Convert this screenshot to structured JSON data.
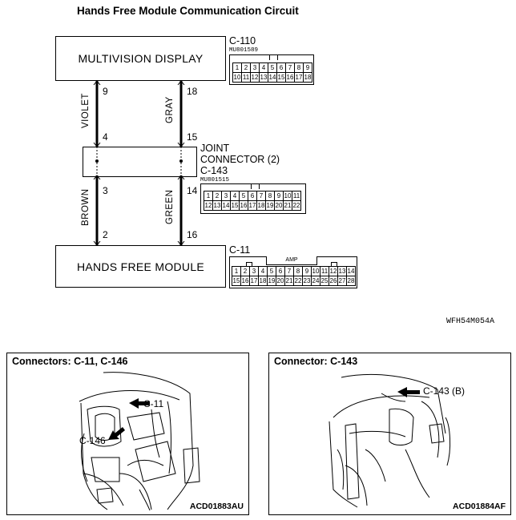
{
  "title": "Hands Free Module Communication Circuit",
  "boxes": {
    "multivision": "MULTIVISION DISPLAY",
    "joint_name_line1": "JOINT",
    "joint_name_line2": "CONNECTOR (2)",
    "hfm": "HANDS FREE MODULE"
  },
  "connectors": {
    "c110": {
      "name": "C-110",
      "part": "MU801589",
      "row1": [
        "1",
        "2",
        "3",
        "4",
        "5",
        "6",
        "7",
        "8",
        "9"
      ],
      "row2": [
        "10",
        "11",
        "12",
        "13",
        "14",
        "15",
        "16",
        "17",
        "18"
      ]
    },
    "c143": {
      "name": "C-143",
      "part": "MU801515",
      "row1": [
        "1",
        "2",
        "3",
        "4",
        "5",
        "6",
        "7",
        "8",
        "9",
        "10",
        "11"
      ],
      "row2": [
        "12",
        "13",
        "14",
        "15",
        "16",
        "17",
        "18",
        "19",
        "20",
        "21",
        "22"
      ]
    },
    "c11": {
      "name": "C-11",
      "tag": "AMP",
      "row1": [
        "1",
        "2",
        "3",
        "4",
        "5",
        "6",
        "7",
        "8",
        "9",
        "10",
        "11",
        "12",
        "13",
        "14"
      ],
      "row2": [
        "15",
        "16",
        "17",
        "18",
        "19",
        "20",
        "21",
        "22",
        "23",
        "24",
        "25",
        "26",
        "27",
        "28"
      ]
    }
  },
  "wires": {
    "left": {
      "upper_color": "VIOLET",
      "lower_color": "BROWN",
      "pin_top": "9",
      "pin_joint_in": "4",
      "pin_joint_out": "3",
      "pin_bottom": "2"
    },
    "right": {
      "upper_color": "GRAY",
      "lower_color": "GREEN",
      "pin_top": "18",
      "pin_joint_in": "15",
      "pin_joint_out": "14",
      "pin_bottom": "16"
    }
  },
  "figure_code": "WFH54M054A",
  "panels": {
    "left": {
      "title": "Connectors: C-11, C-146",
      "callout1": "C-11",
      "callout2": "C-146",
      "code": "ACD01883AU"
    },
    "right": {
      "title": "Connector: C-143",
      "callout1": "C-143 (B)",
      "code": "ACD01884AF"
    }
  }
}
